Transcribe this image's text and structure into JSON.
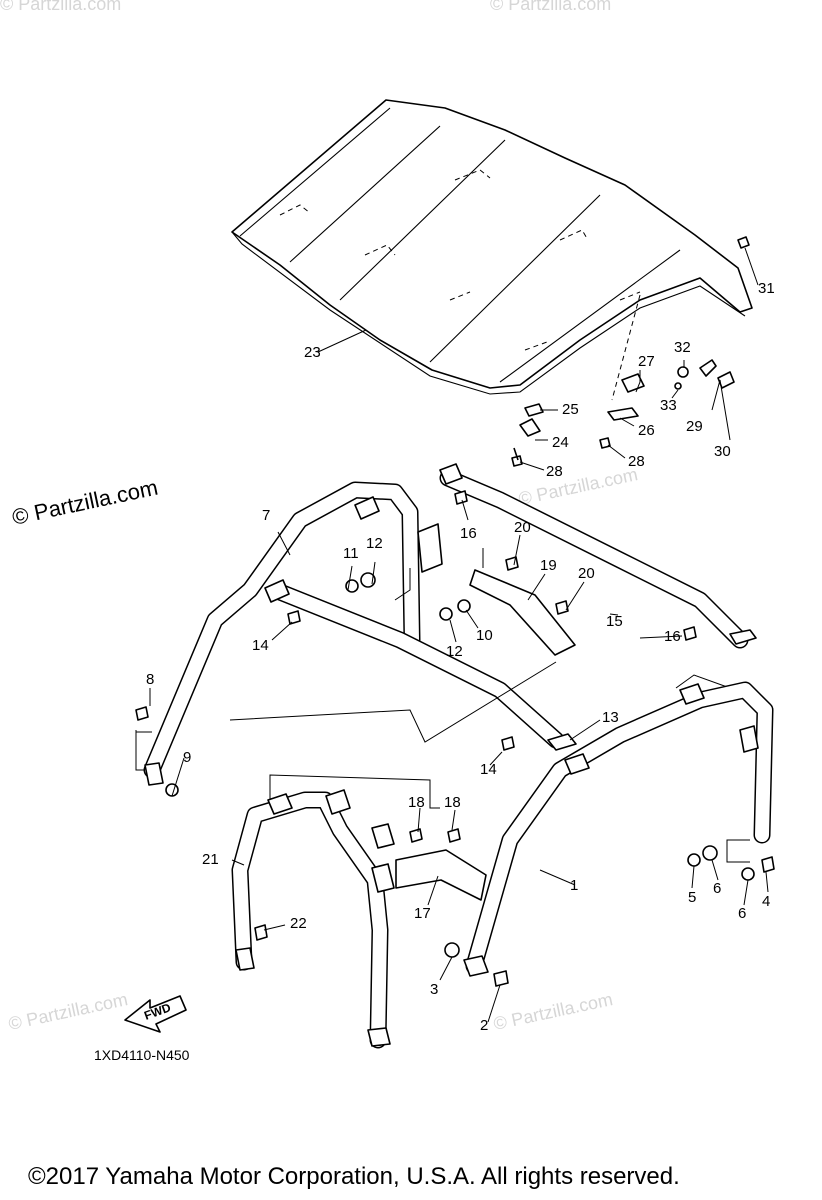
{
  "watermark": {
    "main": "© Partzilla.com",
    "faint": "© Partzilla.com"
  },
  "diagram_code": "1XD4110-N450",
  "fwd_label": "FWD",
  "copyright": "©2017  Yamaha Motor Corporation, U.S.A. All rights reserved.",
  "callouts": {
    "c1": "1",
    "c2": "2",
    "c3": "3",
    "c4": "4",
    "c5": "5",
    "c6a": "6",
    "c6b": "6",
    "c7": "7",
    "c8": "8",
    "c9": "9",
    "c10": "10",
    "c11": "11",
    "c12a": "12",
    "c12b": "12",
    "c13": "13",
    "c14a": "14",
    "c14b": "14",
    "c15": "15",
    "c16a": "16",
    "c16b": "16",
    "c17": "17",
    "c18a": "18",
    "c18b": "18",
    "c19": "19",
    "c20a": "20",
    "c20b": "20",
    "c21": "21",
    "c22": "22",
    "c23": "23",
    "c24": "24",
    "c25": "25",
    "c26": "26",
    "c27": "27",
    "c28a": "28",
    "c28b": "28",
    "c29": "29",
    "c30": "30",
    "c31": "31",
    "c32": "32",
    "c33": "33"
  }
}
